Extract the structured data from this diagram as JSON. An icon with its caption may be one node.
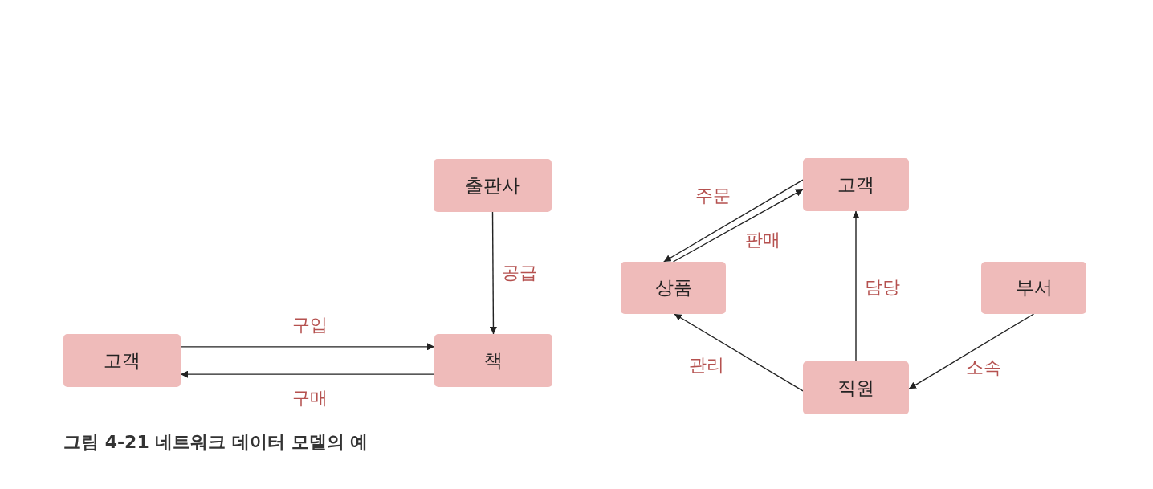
{
  "diagram": {
    "caption": "그림 4-21 네트워크 데이터 모델의 예",
    "nodes": [
      {
        "text": [
          "출판사"
        ]
      },
      {
        "text": [
          "고객"
        ]
      },
      {
        "text": [
          "책"
        ]
      },
      {
        "text": [
          "고객"
        ]
      },
      {
        "text": [
          "상품"
        ]
      },
      {
        "text": [
          "부서"
        ]
      },
      {
        "text": [
          "직원"
        ]
      }
    ],
    "edges": [
      {
        "from": 0,
        "to": 2,
        "arrow": "to",
        "label": "공급"
      },
      {
        "from": 1,
        "to": 2,
        "arrow": "to",
        "label": "구입"
      },
      {
        "from": 2,
        "to": 1,
        "arrow": "to",
        "label": "구매"
      },
      {
        "from": 3,
        "to": 4,
        "arrow": "to",
        "label": "주문"
      },
      {
        "from": 4,
        "to": 3,
        "arrow": "to",
        "label": "판매"
      },
      {
        "from": 6,
        "to": 3,
        "arrow": "to",
        "label": "담당"
      },
      {
        "from": 6,
        "to": 4,
        "arrow": "to",
        "label": "관리"
      },
      {
        "from": 5,
        "to": 6,
        "arrow": "to",
        "label": "소속"
      }
    ]
  }
}
